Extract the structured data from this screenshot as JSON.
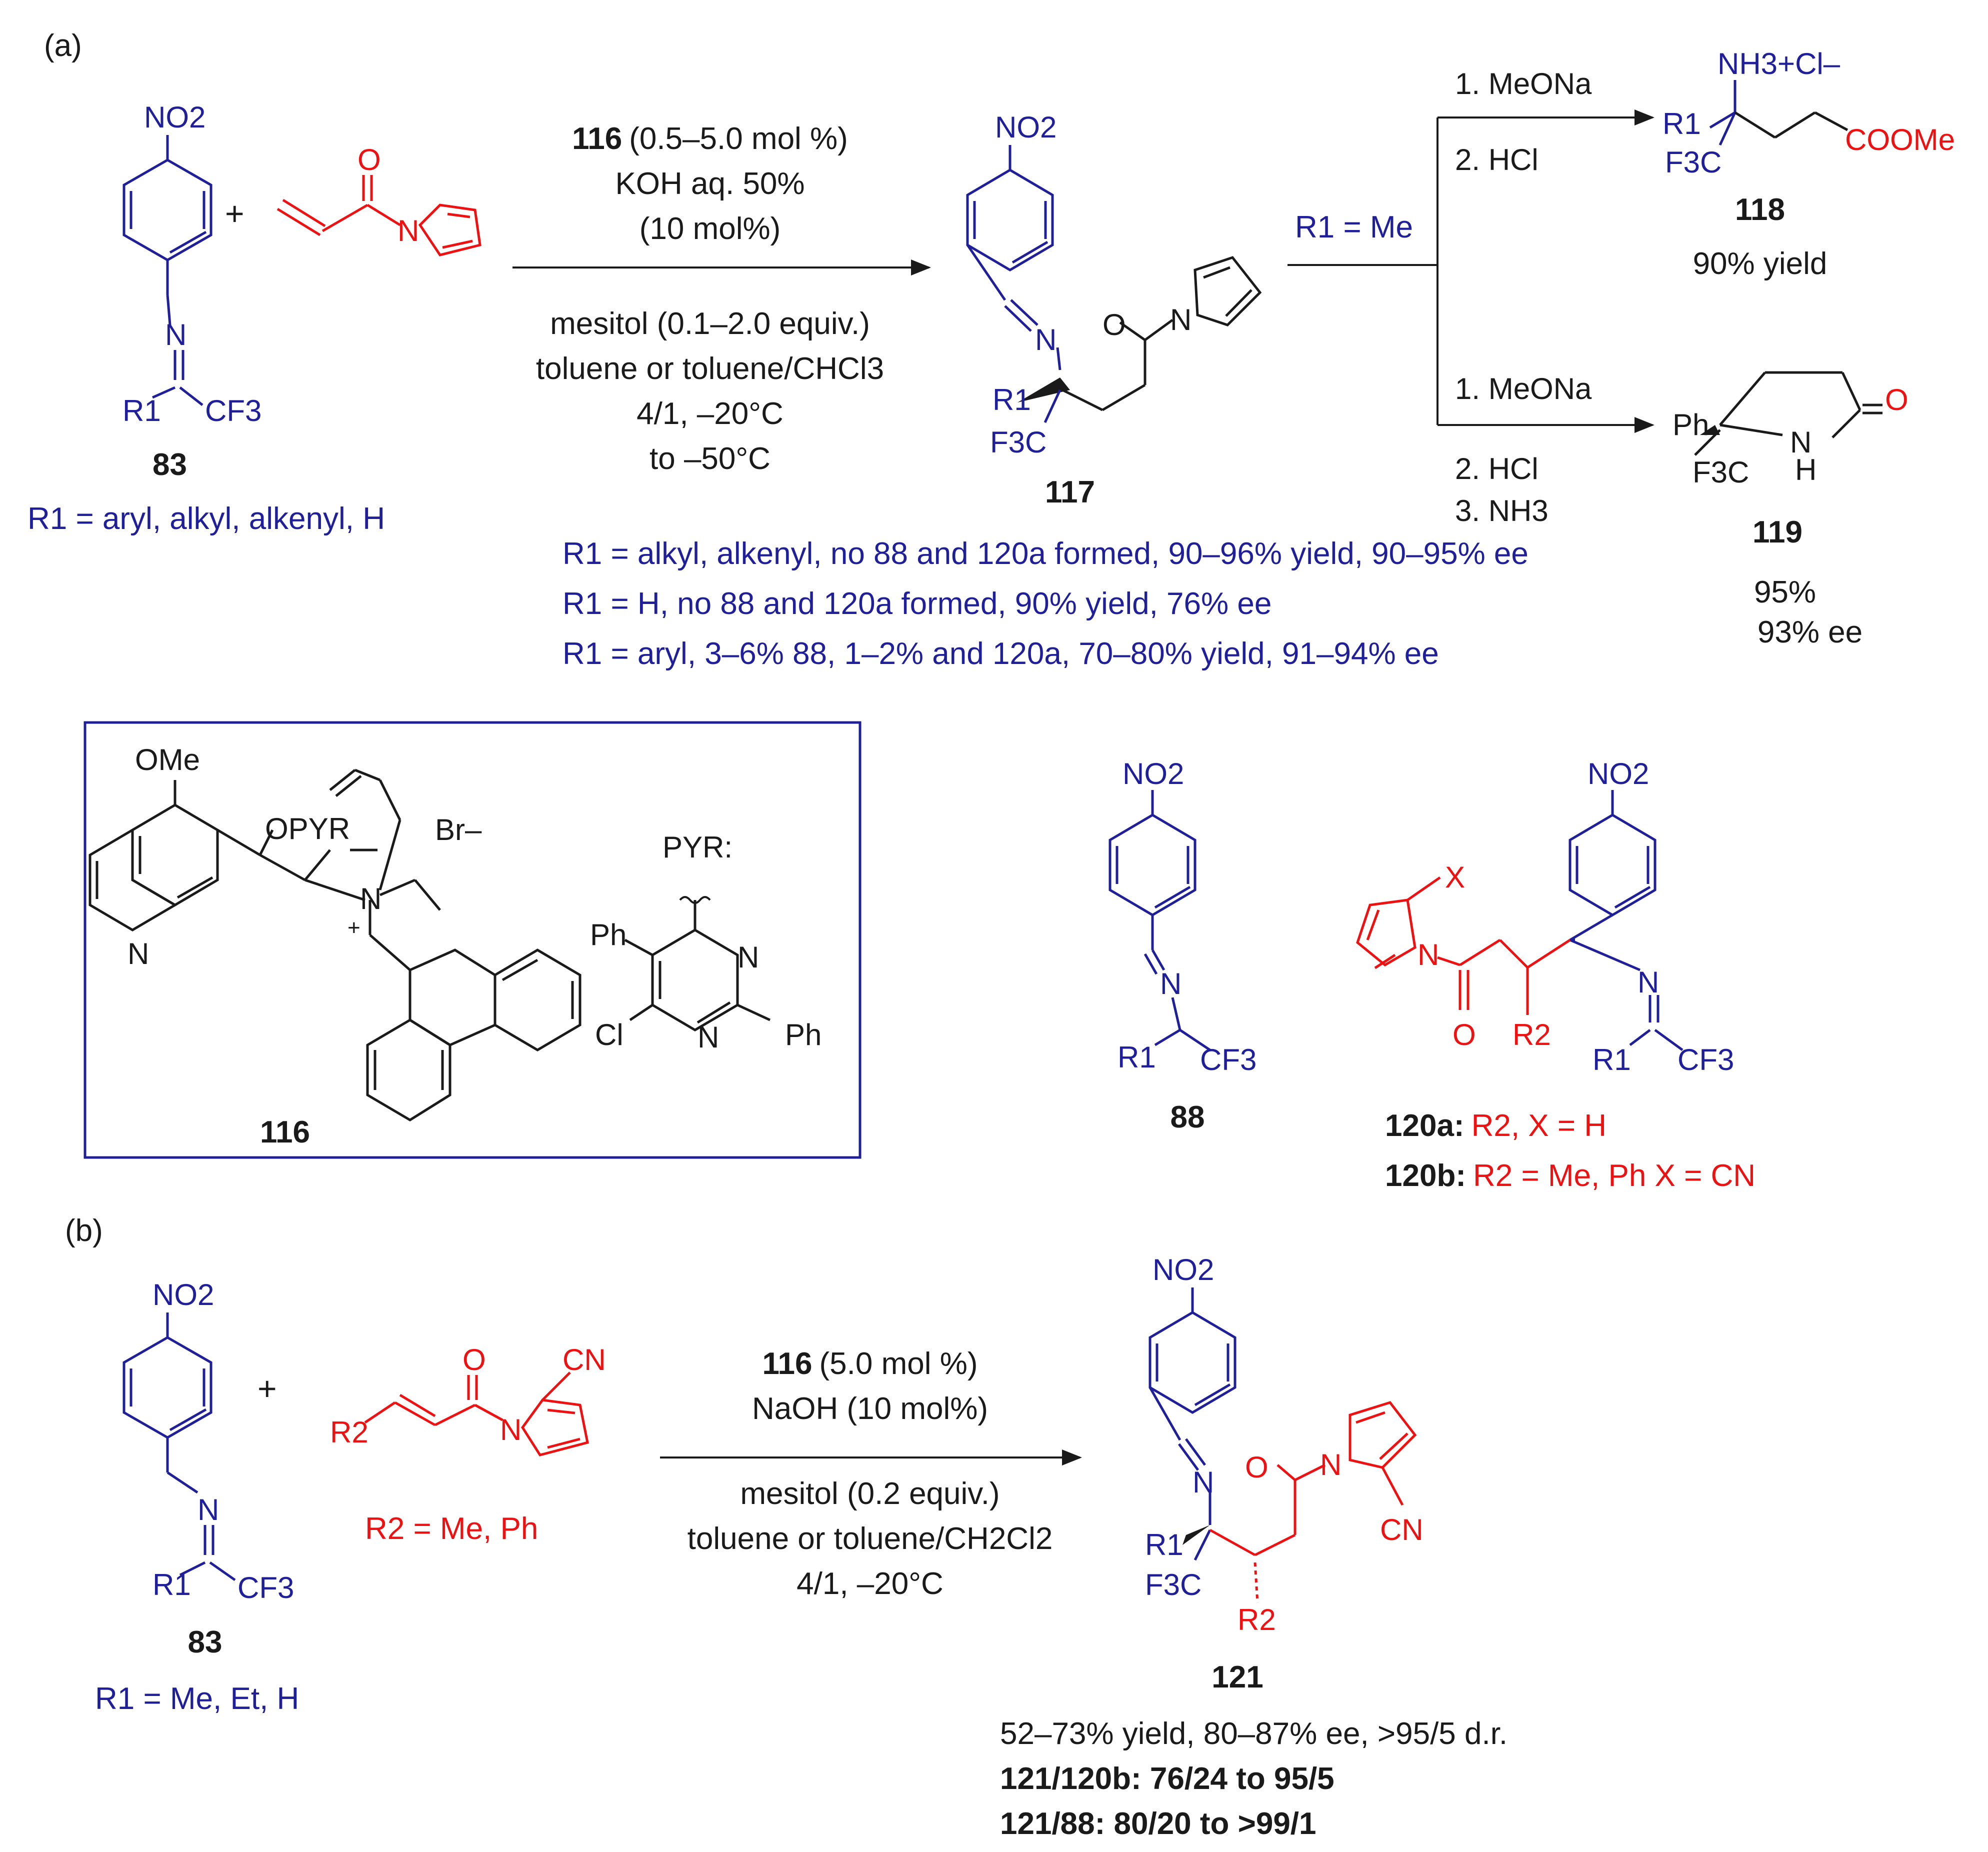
{
  "panel_a": {
    "label": "(a)",
    "reactant_83": {
      "nitro": "NO2",
      "imine_n": "N",
      "r1": "R1",
      "cf3": "CF3",
      "compound_no": "83",
      "r1_scope": "R1 = aryl, alkyl, alkenyl, H"
    },
    "plus": "+",
    "acceptor": {
      "oxygen": "O",
      "nitrogen": "N"
    },
    "conditions": {
      "catalyst_no": "116",
      "catalyst_loading": "(0.5–5.0 mol %)",
      "base": "KOH aq. 50%",
      "base_loading": "(10 mol%)",
      "additive": "mesitol (0.1–2.0 equiv.)",
      "solvent": "toluene or toluene/CHCl3",
      "ratio_temp": "4/1, –20°C",
      "temp_range": "to –50°C"
    },
    "product_117": {
      "nitro": "NO2",
      "imine_n": "N",
      "oxygen": "O",
      "pyrrole_n": "N",
      "r1": "R1",
      "cf3": "F3C",
      "compound_no": "117"
    },
    "branch_condition": "R1 = Me",
    "upper_steps": [
      "1. MeONa",
      "2. HCl"
    ],
    "product_118": {
      "ammonium": "NH3+Cl–",
      "r1": "R1",
      "cf3": "F3C",
      "ester": "COOMe",
      "compound_no": "118",
      "yield": "90% yield"
    },
    "lower_steps": [
      "1. MeONa",
      "2. HCl",
      "3. NH3"
    ],
    "product_119": {
      "ph": "Ph",
      "cf3": "F3C",
      "nh_n": "N",
      "nh_h": "H",
      "oxygen": "O",
      "compound_no": "119",
      "yield": "95%",
      "ee": "93% ee"
    },
    "results": [
      "R1 = alkyl, alkenyl, no 88 and 120a formed, 90–96% yield, 90–95% ee",
      "R1 = H, no 88 and 120a formed, 90% yield, 76% ee",
      "R1 = aryl, 3–6% 88, 1–2% and 120a, 70–80% yield, 91–94% ee"
    ]
  },
  "catalyst_116": {
    "ome": "OMe",
    "opyr": "OPYR",
    "bromide": "Br–",
    "quinoline_n": "N",
    "ammonium_n": "N",
    "plus_charge": "+",
    "compound_no": "116",
    "pyr_label": "PYR:",
    "pyr_ph1": "Ph",
    "pyr_n1": "N",
    "pyr_n2": "N",
    "pyr_cl": "Cl",
    "pyr_ph2": "Ph"
  },
  "byproduct_88": {
    "nitro": "NO2",
    "imine_n": "N",
    "r1": "R1",
    "cf3": "CF3",
    "compound_no": "88"
  },
  "byproduct_120": {
    "nitro": "NO2",
    "x": "X",
    "pyrrole_n": "N",
    "oxygen": "O",
    "r2": "R2",
    "imine_n": "N",
    "r1": "R1",
    "cf3": "CF3",
    "legend": [
      {
        "no": "120a:",
        "text": "R2, X = H"
      },
      {
        "no": "120b:",
        "text": "R2 = Me, Ph X = CN"
      }
    ]
  },
  "panel_b": {
    "label": "(b)",
    "reactant_83": {
      "nitro": "NO2",
      "imine_n": "N",
      "r1": "R1",
      "cf3": "CF3",
      "compound_no": "83",
      "r1_scope": "R1 = Me, Et, H"
    },
    "plus": "+",
    "acceptor": {
      "oxygen": "O",
      "nitrogen": "N",
      "r2": "R2",
      "cn": "CN",
      "r2_scope": "R2 = Me, Ph"
    },
    "conditions": {
      "catalyst_no": "116",
      "catalyst_loading": "(5.0 mol %)",
      "base": "NaOH (10 mol%)",
      "additive": "mesitol (0.2 equiv.)",
      "solvent": "toluene or toluene/CH2Cl2",
      "ratio_temp": "4/1, –20°C"
    },
    "product_121": {
      "nitro": "NO2",
      "imine_n": "N",
      "oxygen": "O",
      "pyrrole_n": "N",
      "cn": "CN",
      "r1": "R1",
      "cf3": "F3C",
      "r2": "R2",
      "compound_no": "121"
    },
    "results": [
      "52–73% yield, 80–87% ee, >95/5 d.r.",
      "121/120b: 76/24 to 95/5",
      "121/88: 80/20 to >99/1"
    ]
  },
  "colors": {
    "black": "#1a1a1a",
    "blue": "#1f1f9a",
    "red": "#ee1111"
  }
}
